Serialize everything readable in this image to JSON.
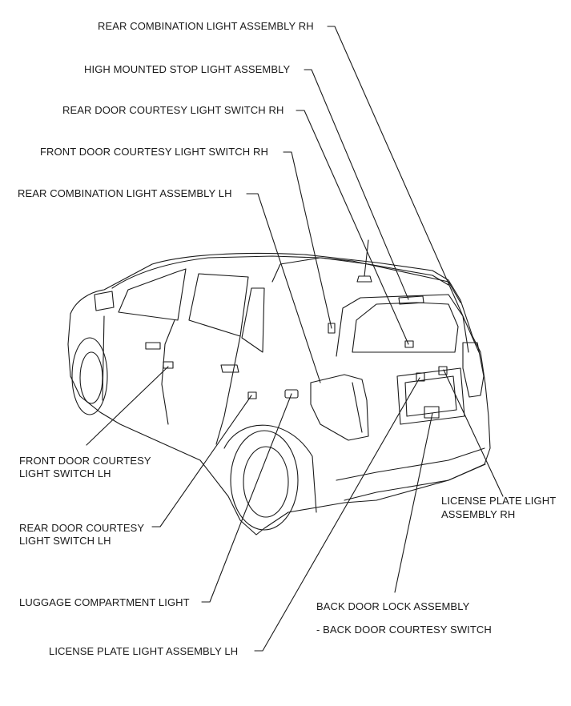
{
  "labels": {
    "rear_combo_rh": "REAR COMBINATION LIGHT ASSEMBLY RH",
    "high_mount_stop": "HIGH MOUNTED STOP LIGHT ASSEMBLY",
    "rear_door_switch_rh": "REAR DOOR COURTESY LIGHT SWITCH RH",
    "front_door_switch_rh": "FRONT DOOR COURTESY LIGHT SWITCH RH",
    "rear_combo_lh": "REAR COMBINATION LIGHT ASSEMBLY LH",
    "front_door_switch_lh_1": "FRONT DOOR COURTESY",
    "front_door_switch_lh_2": "LIGHT SWITCH LH",
    "rear_door_switch_lh_1": "REAR DOOR COURTESY",
    "rear_door_switch_lh_2": "LIGHT SWITCH LH",
    "luggage_light": "LUGGAGE COMPARTMENT LIGHT",
    "license_lh": "LICENSE PLATE LIGHT ASSEMBLY LH",
    "license_rh_1": "LICENSE PLATE LIGHT",
    "license_rh_2": "ASSEMBLY RH",
    "back_door_lock": "BACK DOOR LOCK ASSEMBLY",
    "back_door_switch": "- BACK DOOR COURTESY SWITCH"
  },
  "colors": {
    "line": "#1a1a1a",
    "background": "#ffffff"
  }
}
